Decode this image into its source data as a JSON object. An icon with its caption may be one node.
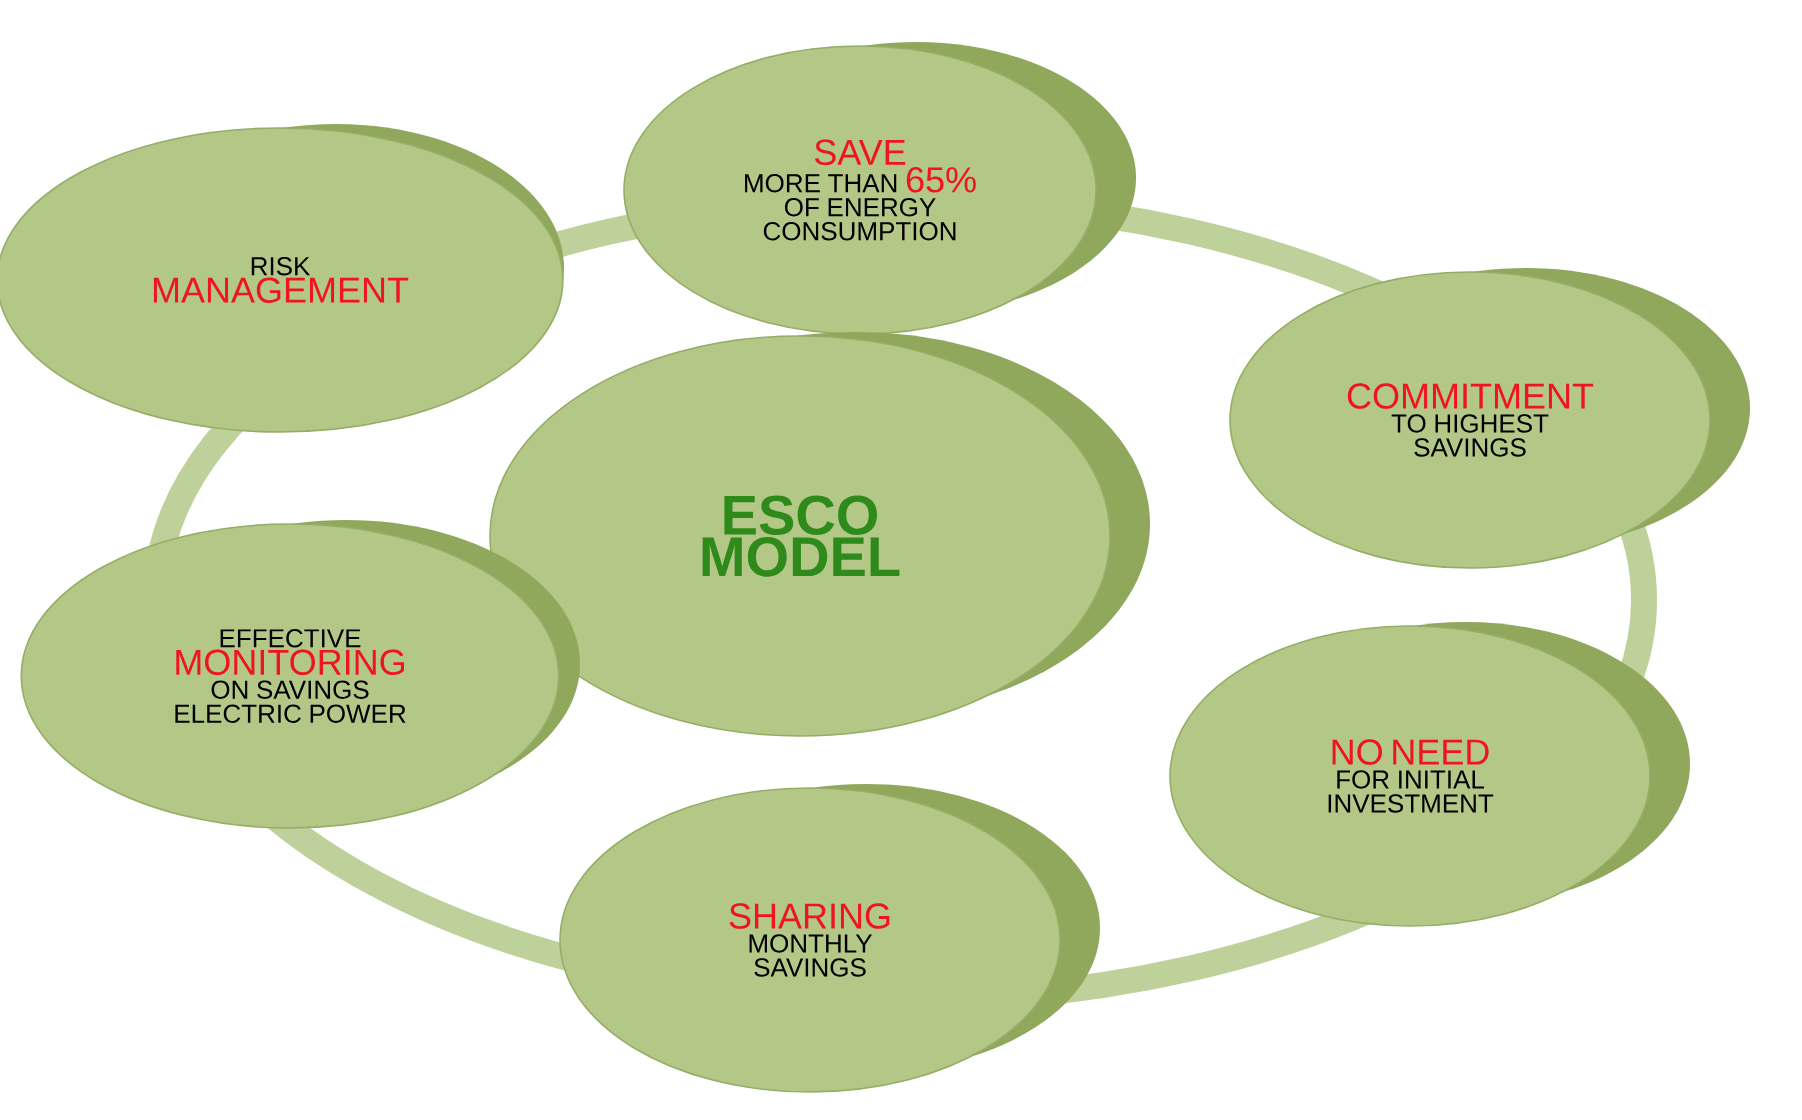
{
  "diagram": {
    "nodes": [
      {
        "text": [
          "SAVE",
          "MORE THAN",
          "65%",
          "OF ENERGY CONSUMPTION"
        ]
      },
      {
        "text": [
          "RISK",
          "MANAGEMENT"
        ]
      },
      {
        "text": [
          "COMMITMENT",
          "TO HIGHEST SAVINGS"
        ]
      },
      {
        "text": [
          "ESCO MODEL"
        ]
      },
      {
        "text": [
          "EFFECTIVE",
          "MONITORING",
          "ON SAVINGS ELECTRIC POWER"
        ]
      },
      {
        "text": [
          "NO NEED",
          "FOR INITIAL INVESTMENT"
        ]
      },
      {
        "text": [
          "SHARING",
          "MONTHLY SAVINGS"
        ]
      }
    ]
  }
}
